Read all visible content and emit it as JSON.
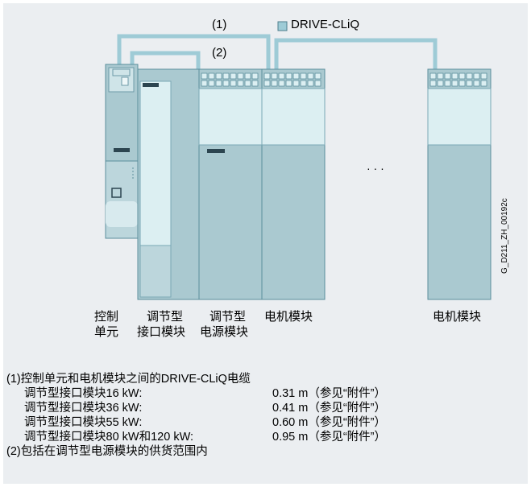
{
  "labels": {
    "cable_1": "(1)",
    "cable_2": "(2)",
    "legend_text": "DRIVE-CLiQ",
    "dots": "· · ·",
    "code": "G_D211_ZH_00192c"
  },
  "modules": {
    "control_unit_l1": "控制",
    "control_unit_l2": "单元",
    "interface_l1": "调节型",
    "interface_l2": "接口模块",
    "power_l1": "调节型",
    "power_l2": "电源模块",
    "motor_a": "电机模块",
    "motor_b": "电机模块"
  },
  "notes": {
    "n1": "(1)控制单元和电机模块之间的DRIVE-CLiQ电缆",
    "rows": [
      {
        "k": "调节型接口模块16 kW:",
        "v": "0.31 m（参见“附件”）"
      },
      {
        "k": "调节型接口模块36 kW:",
        "v": "0.41 m（参见“附件”）"
      },
      {
        "k": "调节型接口模块55 kW:",
        "v": "0.60 m（参见“附件”）"
      },
      {
        "k": "调节型接口模块80 kW和120 kW:",
        "v": "0.95 m（参见“附件”）"
      }
    ],
    "n2": "(2)包括在调节型电源模块的供货范围内"
  },
  "colors": {
    "panel": "#ebeef1",
    "module": "#aac9d0",
    "module_dark": "#7aa8b5",
    "module_light": "#dceff2",
    "cable": "#9ecbd6",
    "legend_fill": "#9ecbd6"
  }
}
